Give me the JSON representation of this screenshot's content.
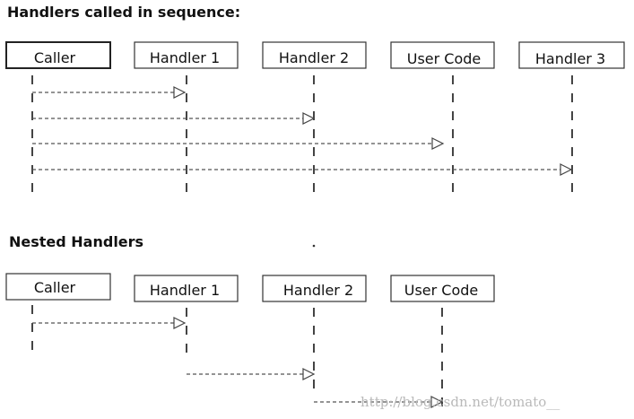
{
  "diagram1": {
    "title": "Handlers called in sequence:",
    "participants": [
      "Caller",
      "Handler 1",
      "Handler 2",
      "User Code",
      "Handler 3"
    ]
  },
  "diagram2": {
    "title": "Nested Handlers",
    "participants": [
      "Caller",
      "Handler 1",
      "Handler 2",
      "User Code"
    ]
  },
  "watermark": "http://blog.csdn.net/tomato__"
}
